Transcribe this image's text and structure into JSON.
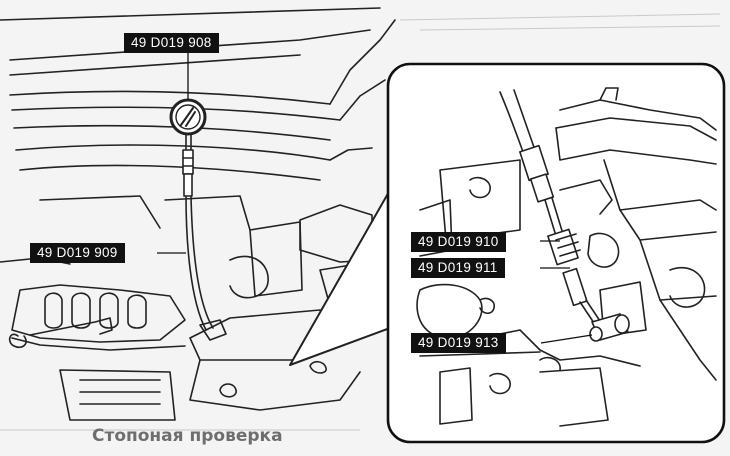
{
  "labels": {
    "tool_908": "49 D019 908",
    "tool_909": "49 D019 909",
    "tool_910": "49 D019 910",
    "tool_911": "49 D019 911",
    "tool_913": "49 D019 913"
  },
  "bleed_text": "Стопоная проверка",
  "colors": {
    "line": "#222222",
    "paper": "#f4f4f4",
    "label_bg": "#111111",
    "label_fg": "#ffffff"
  }
}
